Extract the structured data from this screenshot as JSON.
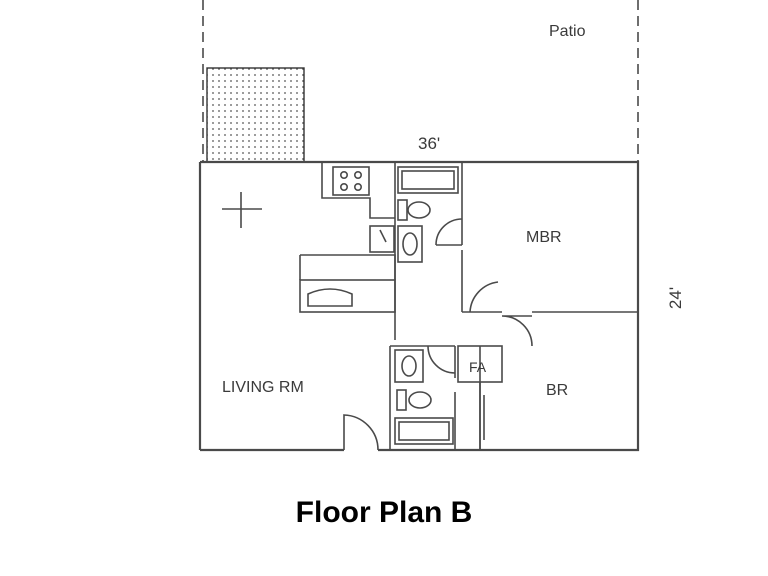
{
  "labels": {
    "patio": "Patio",
    "width": "36'",
    "depth": "24'",
    "mbr": "MBR",
    "living": "LIVING RM",
    "br": "BR",
    "fa": "FA"
  },
  "caption": "Floor Plan B",
  "colors": {
    "line": "#4a4a4a",
    "ink": "#3a3a3a",
    "background": "#ffffff"
  }
}
